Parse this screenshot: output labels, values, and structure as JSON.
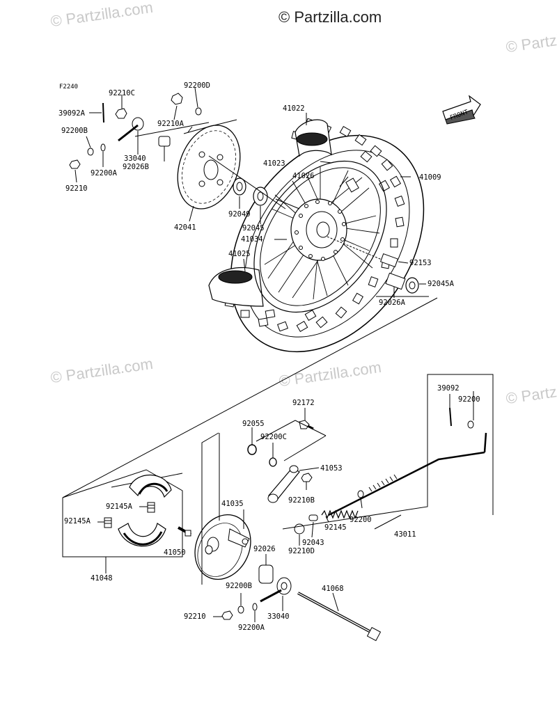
{
  "figure_code": "F2240",
  "watermark_main": "© Partzilla.com",
  "watermark_faded": "© Partzilla.com",
  "front_label": "FRONT",
  "labels": {
    "l92210C": "92210C",
    "l92200D": "92200D",
    "l39092A": "39092A",
    "l92200B_top": "92200B",
    "l92210A": "92210A",
    "l33040_top": "33040",
    "l92026B": "92026B",
    "l92200A_top": "92200A",
    "l92210_top": "92210",
    "l42041": "42041",
    "l92049": "92049",
    "l41022": "41022",
    "l41023": "41023",
    "l41026": "41026",
    "l41009": "41009",
    "l92045": "92045",
    "l41034": "41034",
    "l41025": "41025",
    "l92153": "92153",
    "l92045A": "92045A",
    "l92026A": "92026A",
    "l39092": "39092",
    "l92200": "92200",
    "l92172": "92172",
    "l92055": "92055",
    "l92200C": "92200C",
    "l41053": "41053",
    "l92210B": "92210B",
    "l41035": "41035",
    "l92145A_1": "92145A",
    "l92145A_2": "92145A",
    "l41050": "41050",
    "l41048": "41048",
    "l92026": "92026",
    "l92200_mid": "92200",
    "l92145": "92145",
    "l43011": "43011",
    "l92043": "92043",
    "l92210D": "92210D",
    "l92200B_bot": "92200B",
    "l41068": "41068",
    "l92210_bot": "92210",
    "l33040_bot": "33040",
    "l92200A_bot": "92200A"
  }
}
